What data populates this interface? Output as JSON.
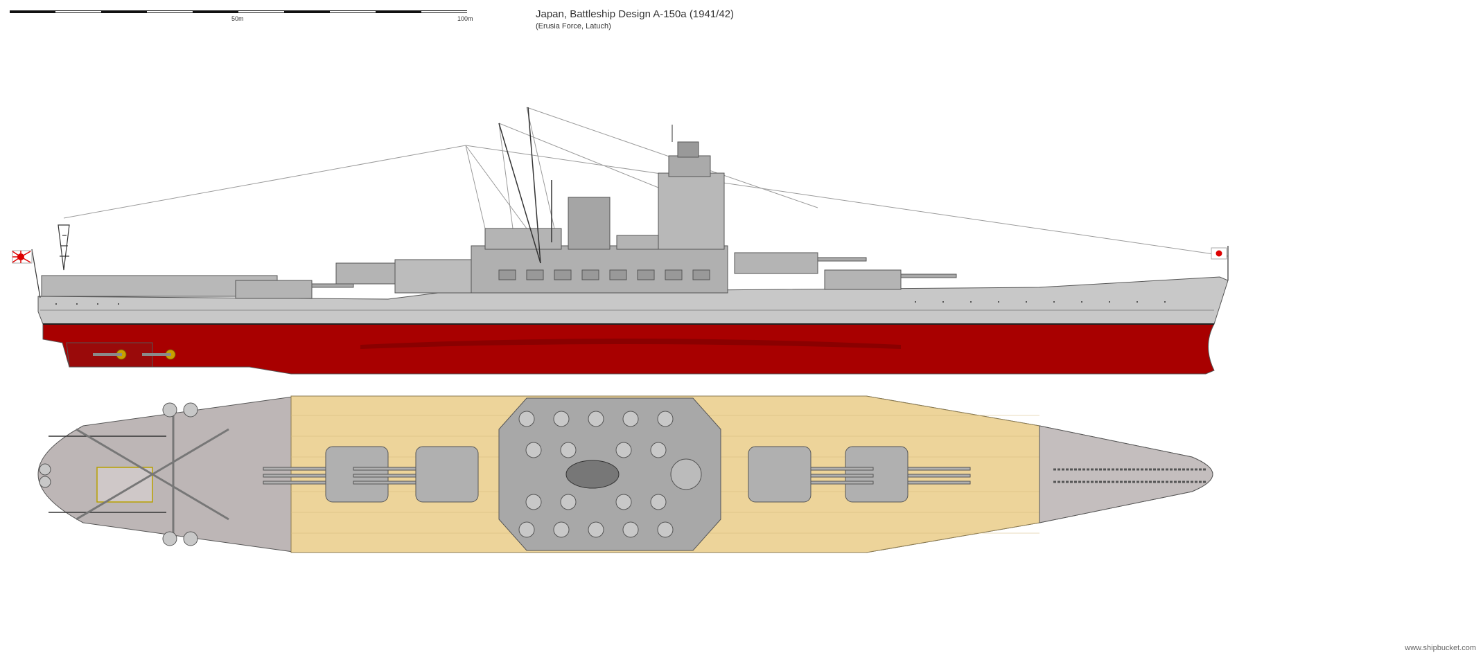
{
  "title": "Japan, Battleship Design A-150a (1941/42)",
  "subtitle": "(Erusia Force, Latuch)",
  "scale": {
    "segments": 10,
    "labels": [
      {
        "text": "50m"
      },
      {
        "text": "100m"
      }
    ]
  },
  "credit": "www.shipbucket.com",
  "colors": {
    "hull_gray": "#c8c8c8",
    "hull_outline": "#555555",
    "hull_red": "#a80000",
    "hull_red_dark": "#7a0f0f",
    "deck_wood": "#edd49a",
    "deck_gray": "#bdb6b6",
    "superstructure": "#b4b4b4",
    "propeller": "#c8a000",
    "flag_red": "#dd0000"
  },
  "icons": {
    "stern_flag": "rising-sun-ensign-icon",
    "bow_flag": "hinomaru-jack-icon"
  }
}
